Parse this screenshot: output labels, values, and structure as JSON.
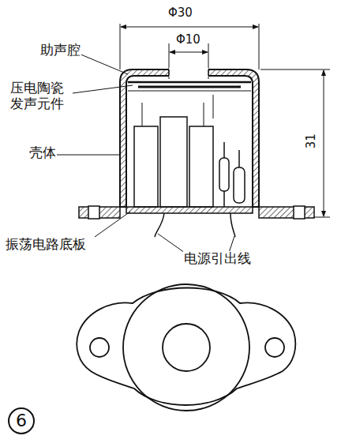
{
  "diagram": {
    "labels": [
      "Φ30",
      "Φ10",
      "31",
      "助声腔",
      "压电陶瓷 发声元件",
      "壳体",
      "振荡电路底板",
      "电源引出线",
      "6"
    ]
  }
}
